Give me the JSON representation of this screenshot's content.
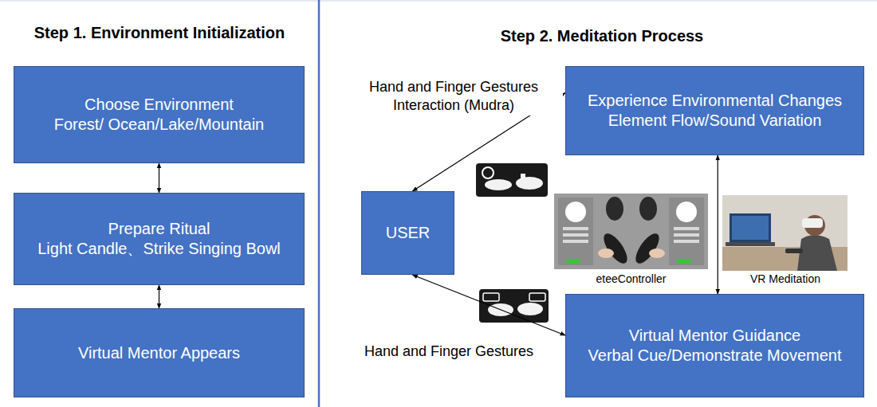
{
  "diagram": {
    "nodes": [
      {
        "text": [
          "Choose Environment",
          "Forest/ Ocean/Lake/Mountain"
        ]
      },
      {
        "text": [
          "Prepare Ritual",
          "Light Candle、Strike Singing Bowl"
        ]
      },
      {
        "text": [
          "Virtual Mentor Appears"
        ]
      },
      {
        "text": [
          "USER"
        ]
      },
      {
        "text": [
          "Experience Environmental Changes",
          "Element Flow/Sound Variation"
        ]
      },
      {
        "text": [
          "Virtual Mentor Guidance",
          "Verbal Cue/Demonstrate Movement"
        ]
      }
    ],
    "edges": [
      {
        "from": 0,
        "to": 1,
        "arrow": "both"
      },
      {
        "from": 1,
        "to": 2,
        "arrow": "both"
      },
      {
        "from": 3,
        "to": 4,
        "label": "Hand and Finger Gestures Interaction (Mudra)",
        "arrow": "both"
      },
      {
        "from": 3,
        "to": 5,
        "label": "Hand and Finger Gestures",
        "arrow": "both"
      },
      {
        "from": 4,
        "to": 5,
        "arrow": "both"
      }
    ],
    "labels": [
      "Step 1. Environment Initialization",
      "Step 2. Meditation Process",
      "eteeController",
      "VR Meditation"
    ]
  }
}
